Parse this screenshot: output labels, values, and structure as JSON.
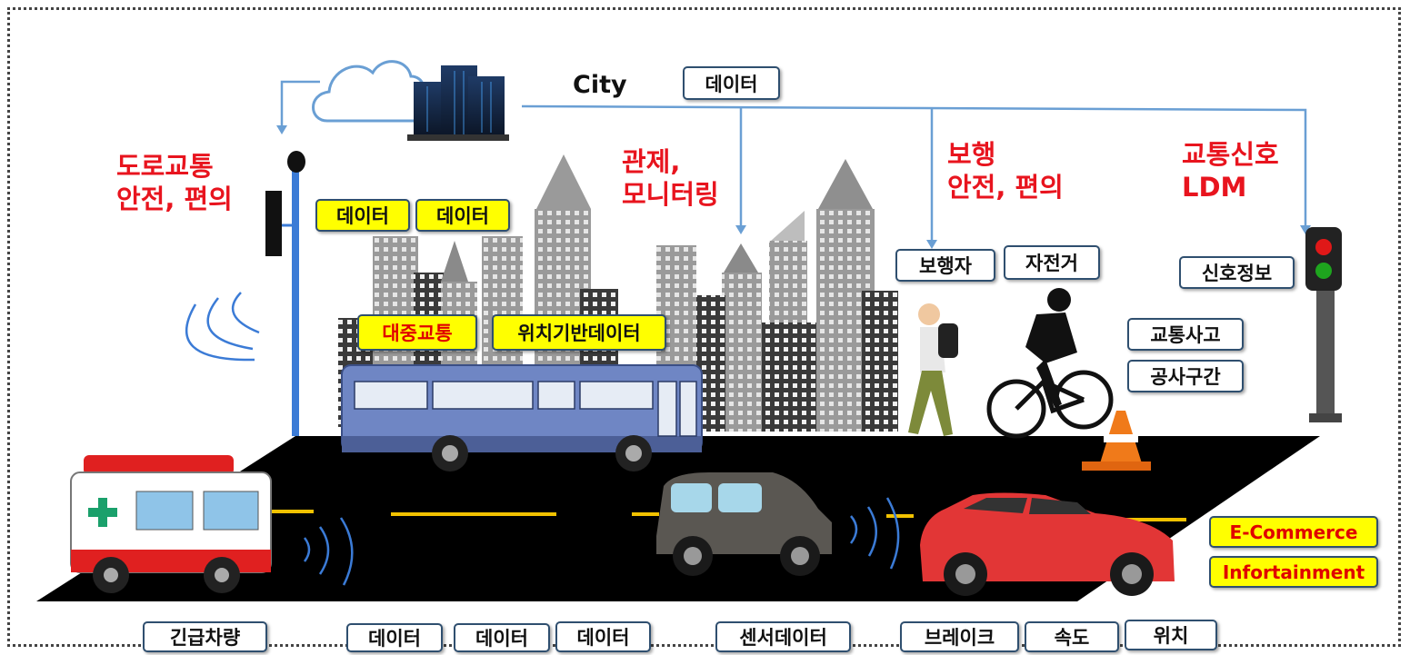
{
  "city_label": "City",
  "top_data_label": "데이터",
  "red_labels": {
    "road_safety": [
      "도로교통",
      "안전, 편의"
    ],
    "control": [
      "관제,",
      "모니터링"
    ],
    "pedestrian": [
      "보행",
      "안전, 편의"
    ],
    "signal": [
      "교통신호",
      "LDM"
    ]
  },
  "pole_data_labels": [
    "데이터",
    "데이터"
  ],
  "bus_labels": {
    "public_transport": "대중교통",
    "location_data": "위치기반데이터"
  },
  "pedestrian_labels": {
    "pedestrian": "보행자",
    "bicycle": "자전거"
  },
  "signal_info_label": "신호정보",
  "incident_labels": {
    "accident": "교통사고",
    "construction": "공사구간"
  },
  "service_labels": {
    "ecommerce": "E-Commerce",
    "infotainment": "Infortainment"
  },
  "bottom_labels": {
    "emergency": "긴급차량",
    "data1": "데이터",
    "data2": "데이터",
    "data3": "데이터",
    "sensor": "센서데이터",
    "brake": "브레이크",
    "speed": "속도",
    "position": "위치"
  },
  "colors": {
    "accent_red": "#e8141e",
    "label_yellow": "#ffff00",
    "line_blue": "#6a9fd4",
    "road": "#000000"
  }
}
